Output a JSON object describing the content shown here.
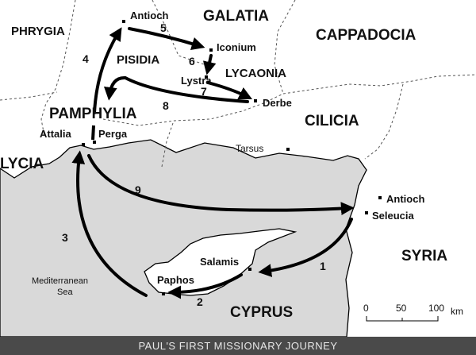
{
  "regions": {
    "phrygia": "PHRYGIA",
    "galatia": "GALATIA",
    "cappadocia": "CAPPADOCIA",
    "pisidia": "PISIDIA",
    "lycaonia": "LYCAONIA",
    "pamphylia": "PAMPHYLIA",
    "cilicia": "CILICIA",
    "lycia": "LYCIA",
    "syria": "SYRIA",
    "cyprus": "CYPRUS"
  },
  "cities": {
    "antioch_pisidia": "Antioch",
    "iconium": "Iconium",
    "lystra": "Lystra",
    "derbe": "Derbe",
    "attalia": "Attalia",
    "perga": "Perga",
    "tarsus": "Tarsus",
    "antioch_syria": "Antioch",
    "seleucia": "Seleucia",
    "salamis": "Salamis",
    "paphos": "Paphos"
  },
  "sea": {
    "line1": "Mediterranean",
    "line2": "Sea"
  },
  "routes": [
    "1",
    "2",
    "3",
    "4",
    "5",
    "6",
    "7",
    "8",
    "9"
  ],
  "scale": {
    "t0": "0",
    "t50": "50",
    "t100": "100",
    "unit": "km"
  },
  "caption": "PAUL'S FIRST MISSIONARY JOURNEY",
  "colors": {
    "land": "#ffffff",
    "sea": "#d9d9d9",
    "route": "#000000",
    "caption_bg": "#4a4a4a"
  }
}
